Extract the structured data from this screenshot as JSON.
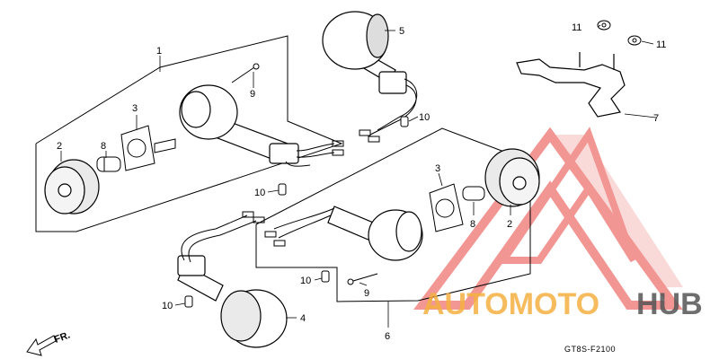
{
  "diagram": {
    "part_numbers": [
      {
        "id": "p1",
        "text": "1"
      },
      {
        "id": "p2a",
        "text": "2"
      },
      {
        "id": "p2b",
        "text": "2"
      },
      {
        "id": "p3a",
        "text": "3"
      },
      {
        "id": "p3b",
        "text": "3"
      },
      {
        "id": "p4",
        "text": "4"
      },
      {
        "id": "p5",
        "text": "5"
      },
      {
        "id": "p6",
        "text": "6"
      },
      {
        "id": "p7",
        "text": "7"
      },
      {
        "id": "p8a",
        "text": "8"
      },
      {
        "id": "p8b",
        "text": "8"
      },
      {
        "id": "p9a",
        "text": "9"
      },
      {
        "id": "p9b",
        "text": "9"
      },
      {
        "id": "p10a",
        "text": "10"
      },
      {
        "id": "p10b",
        "text": "10"
      },
      {
        "id": "p10c",
        "text": "10"
      },
      {
        "id": "p10d",
        "text": "10"
      },
      {
        "id": "p11a",
        "text": "11"
      },
      {
        "id": "p11b",
        "text": "11"
      }
    ],
    "front_arrow_label": "FR.",
    "diagram_code": "GT8S-F2100"
  },
  "watermark": {
    "text_part1": "AUTOMOTO",
    "text_part2": "HUB",
    "colors": {
      "orange": "#F5B041",
      "red": "#E8413C",
      "gray": "#555555"
    }
  }
}
